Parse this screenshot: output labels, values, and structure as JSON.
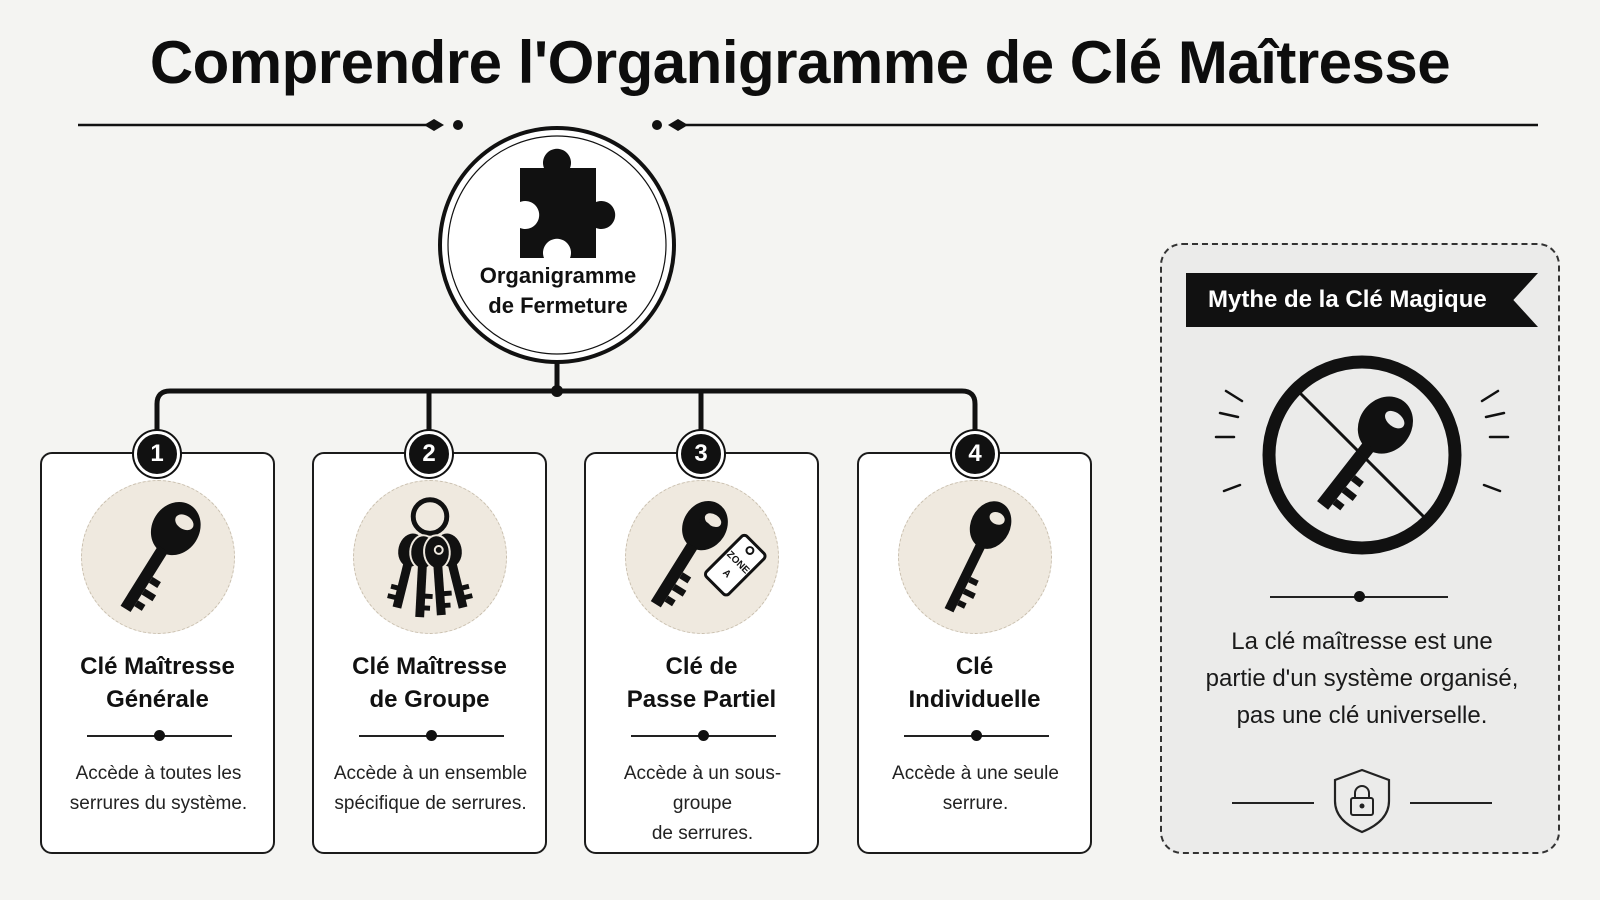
{
  "title": "Comprendre l'Organigramme de Clé Maîtresse",
  "root": {
    "label_line1": "Organigramme",
    "label_line2": "de Fermeture",
    "icon": "puzzle-piece-icon"
  },
  "cards": [
    {
      "number": "1",
      "title_line1": "Clé Maîtresse",
      "title_line2": "Générale",
      "desc_line1": "Accède à toutes les",
      "desc_line2": "serrures du système.",
      "icon": "single-key-icon"
    },
    {
      "number": "2",
      "title_line1": "Clé Maîtresse",
      "title_line2": "de Groupe",
      "desc_line1": "Accède à un ensemble",
      "desc_line2": "spécifique de serrures.",
      "icon": "key-ring-icon"
    },
    {
      "number": "3",
      "title_line1": "Clé de",
      "title_line2": "Passe Partiel",
      "desc_line1": "Accède à un sous-groupe",
      "desc_line2": "de serrures.",
      "icon": "key-with-tag-icon",
      "tag_line1": "ZONE",
      "tag_line2": "A"
    },
    {
      "number": "4",
      "title_line1": "Clé",
      "title_line2": "Individuelle",
      "desc_line1": "Accède à une seule",
      "desc_line2": "serrure.",
      "icon": "single-key-icon"
    }
  ],
  "myth": {
    "banner": "Mythe de la Clé Magique",
    "icon": "no-key-icon",
    "text_line1": "La clé maîtresse est une",
    "text_line2": "partie d'un système organisé,",
    "text_line3": "pas une clé universelle.",
    "footer_icon": "shield-lock-icon"
  },
  "colors": {
    "ink": "#111111",
    "background": "#f4f4f2",
    "icon_disc": "#efe9df",
    "myth_panel": "#ebebea"
  }
}
